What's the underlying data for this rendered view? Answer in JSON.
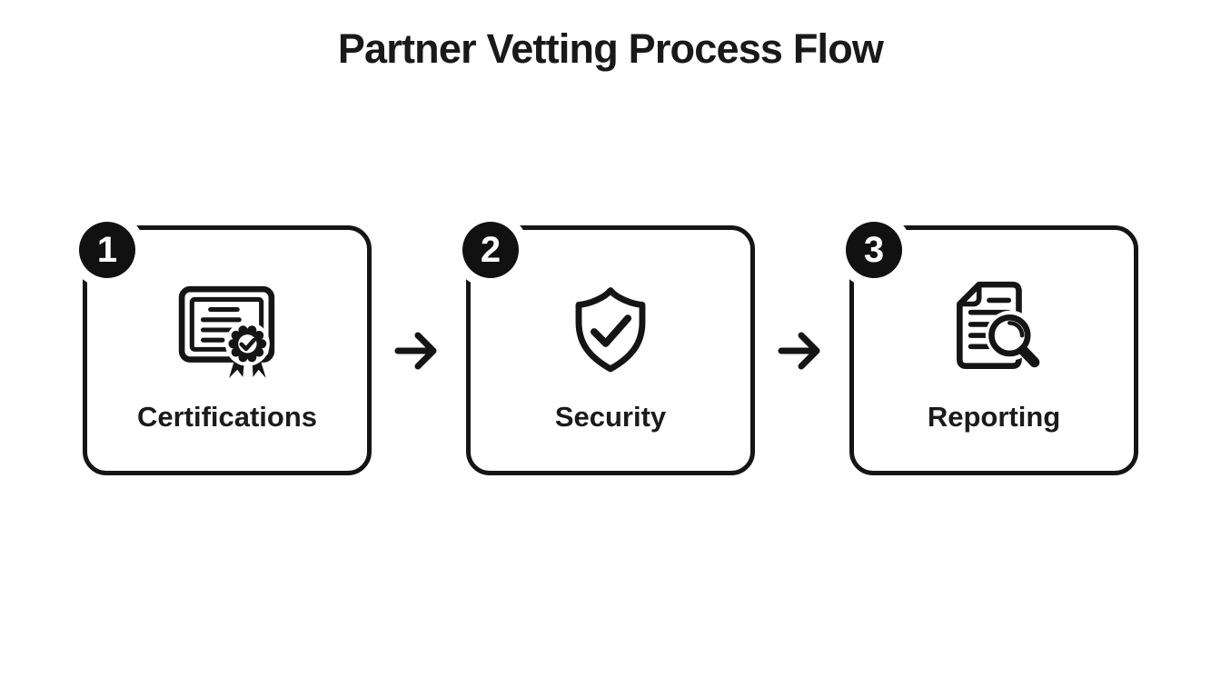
{
  "title": "Partner Vetting Process Flow",
  "flow": {
    "steps": [
      {
        "number": "1",
        "label": "Certifications",
        "icon": "certificate-ribbon-icon"
      },
      {
        "number": "2",
        "label": "Security",
        "icon": "shield-check-icon"
      },
      {
        "number": "3",
        "label": "Reporting",
        "icon": "document-magnifier-icon"
      }
    ],
    "connector": "arrow-right-icon"
  },
  "colors": {
    "background": "#ffffff",
    "ink": "#151515",
    "badge_background": "#111111",
    "badge_text": "#ffffff"
  }
}
